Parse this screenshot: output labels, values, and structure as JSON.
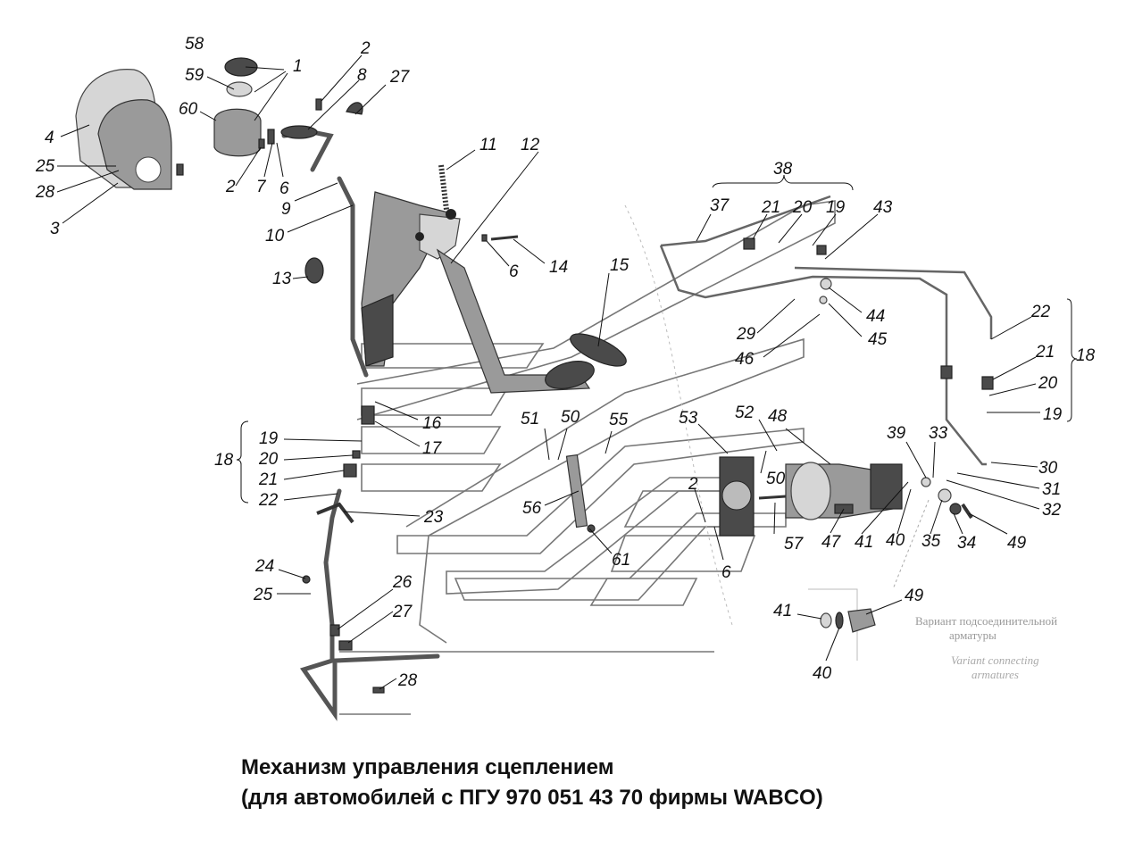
{
  "caption": {
    "line1": "Механизм управления сцеплением",
    "line2": "(для автомобилей с ПГУ 970 051 43 70 фирмы WABCO)"
  },
  "variant": {
    "ru_line1": "Вариант подсоединительной",
    "ru_line2": "арматуры",
    "en_line1": "Variant connecting",
    "en_line2": "armatures"
  },
  "callouts": [
    "58",
    "1",
    "2",
    "8",
    "27",
    "59",
    "60",
    "4",
    "25",
    "28",
    "3",
    "2",
    "7",
    "6",
    "9",
    "10",
    "11",
    "12",
    "13",
    "6",
    "14",
    "38",
    "37",
    "21",
    "20",
    "19",
    "43",
    "15",
    "44",
    "29",
    "45",
    "46",
    "22",
    "21",
    "18",
    "20",
    "19",
    "16",
    "17",
    "19",
    "18",
    "20",
    "21",
    "22",
    "23",
    "51",
    "50",
    "55",
    "53",
    "52",
    "48",
    "39",
    "33",
    "30",
    "31",
    "32",
    "50",
    "2",
    "57",
    "47",
    "41",
    "40",
    "35",
    "34",
    "49",
    "56",
    "61",
    "6",
    "24",
    "25",
    "26",
    "27",
    "28",
    "41",
    "49",
    "40"
  ],
  "colors": {
    "ink": "#111111",
    "outline": "#777777",
    "part": "#9a9a9a",
    "part_dark": "#4a4a4a"
  }
}
